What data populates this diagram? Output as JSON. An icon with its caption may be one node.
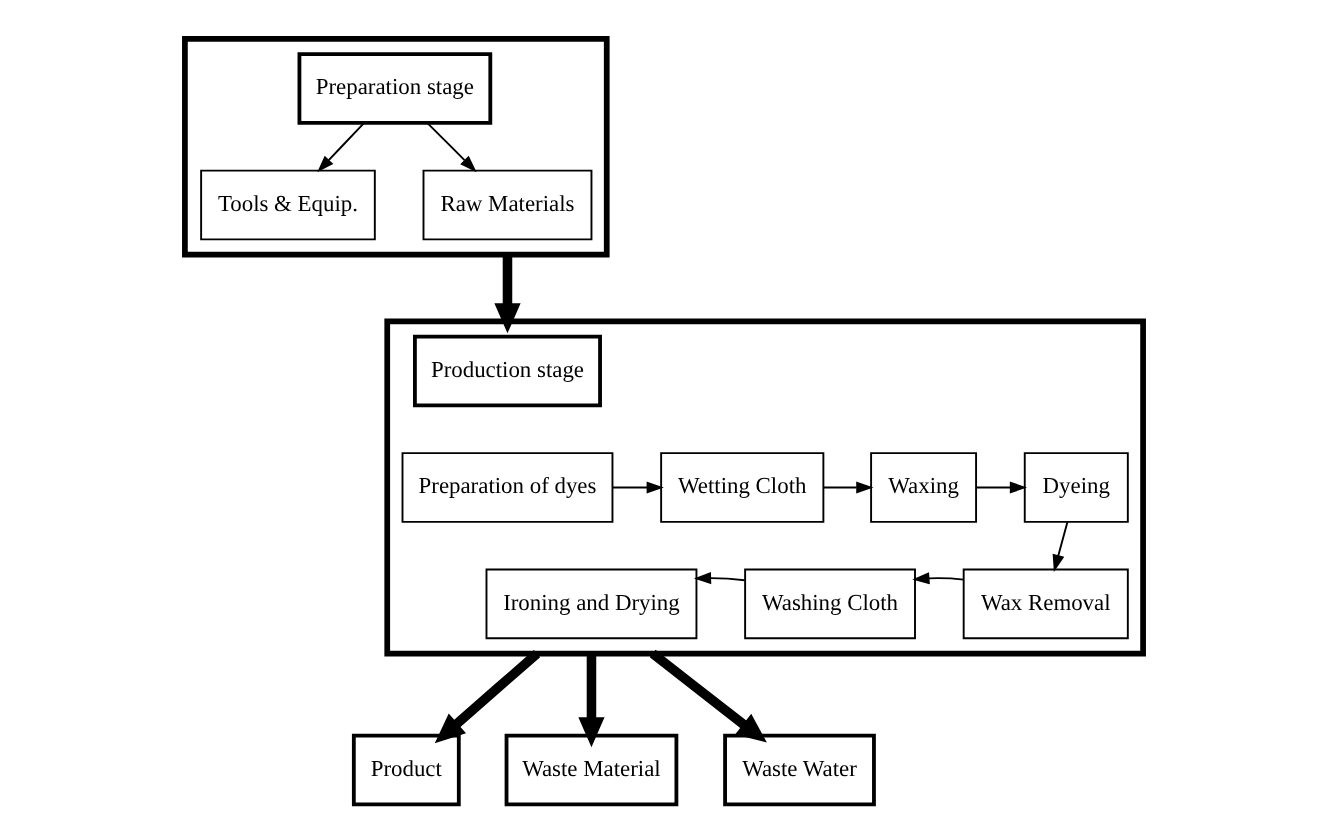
{
  "diagram": {
    "nodes": [
      {
        "text": [],
        "shape": "box"
      },
      {
        "text": [
          "Preparation stage"
        ],
        "in": 0
      },
      {
        "text": [
          "Tools & Equip."
        ],
        "in": 0
      },
      {
        "text": [
          "Raw Materials"
        ],
        "in": 0
      },
      {
        "text": [],
        "shape": "box"
      },
      {
        "text": [
          "Production stage"
        ],
        "in": 4
      },
      {
        "text": [
          "Preparation of dyes"
        ],
        "in": 4
      },
      {
        "text": [
          "Wetting Cloth"
        ],
        "in": 4
      },
      {
        "text": [
          "Waxing"
        ],
        "in": 4
      },
      {
        "text": [
          "Dyeing"
        ],
        "in": 4
      },
      {
        "text": [
          "Wax Removal"
        ],
        "in": 4
      },
      {
        "text": [
          "Washing Cloth"
        ],
        "in": 4
      },
      {
        "text": [
          "Ironing and Drying"
        ],
        "in": 4
      },
      {
        "text": [
          "Product"
        ]
      },
      {
        "text": [
          "Waste Material"
        ]
      },
      {
        "text": [
          "Waste Water"
        ]
      }
    ],
    "edges": [
      {
        "from": 1,
        "to": 2,
        "arrow": "to"
      },
      {
        "from": 1,
        "to": 3,
        "arrow": "to"
      },
      {
        "from": 0,
        "to": 4,
        "arrow": "to",
        "style": "thick"
      },
      {
        "from": 6,
        "to": 7,
        "arrow": "to"
      },
      {
        "from": 7,
        "to": 8,
        "arrow": "to"
      },
      {
        "from": 8,
        "to": 9,
        "arrow": "to"
      },
      {
        "from": 9,
        "to": 10,
        "arrow": "to"
      },
      {
        "from": 10,
        "to": 11,
        "arrow": "to"
      },
      {
        "from": 11,
        "to": 12,
        "arrow": "to"
      },
      {
        "from": 4,
        "to": 13,
        "arrow": "to",
        "style": "thick"
      },
      {
        "from": 4,
        "to": 14,
        "arrow": "to",
        "style": "thick"
      },
      {
        "from": 4,
        "to": 15,
        "arrow": "to",
        "style": "thick"
      }
    ]
  }
}
